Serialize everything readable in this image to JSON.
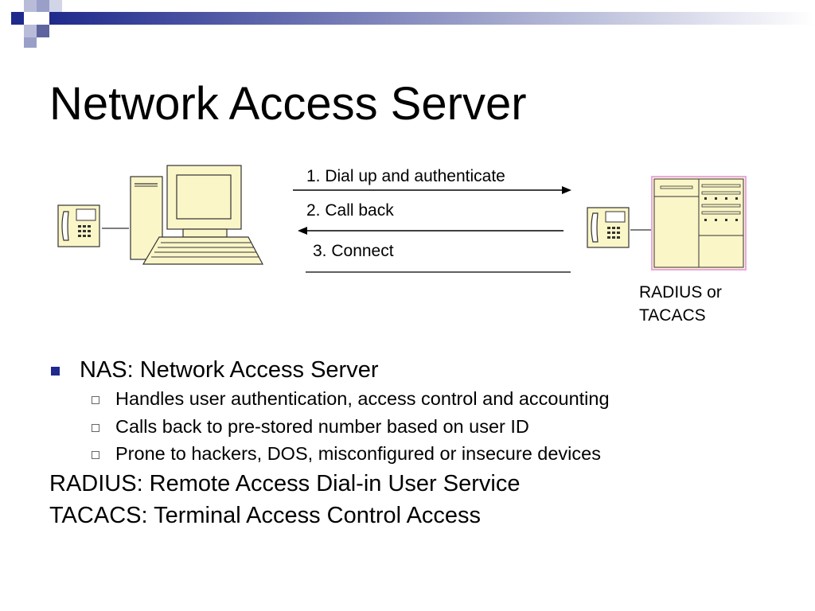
{
  "slide": {
    "title": "Network Access Server",
    "accent_color": "#1f2a8c"
  },
  "diagram": {
    "arrows": [
      {
        "label": "1.  Dial up and authenticate",
        "direction": "right"
      },
      {
        "label": "2.  Call back",
        "direction": "left"
      },
      {
        "label": "3.  Connect",
        "direction": "none"
      }
    ],
    "server_label_line1": "RADIUS or",
    "server_label_line2": "TACACS",
    "icons": [
      "telephone-icon",
      "desktop-computer-icon",
      "telephone-icon",
      "server-rack-icon"
    ]
  },
  "bullets": {
    "main": "NAS: Network Access Server",
    "sub": [
      "Handles user authentication, access control and accounting",
      "Calls back to pre-stored number based on user ID",
      "Prone to hackers, DOS, misconfigured or insecure devices"
    ],
    "definitions": [
      "RADIUS: Remote Access Dial-in User Service",
      "TACACS: Terminal Access Control Access"
    ]
  }
}
